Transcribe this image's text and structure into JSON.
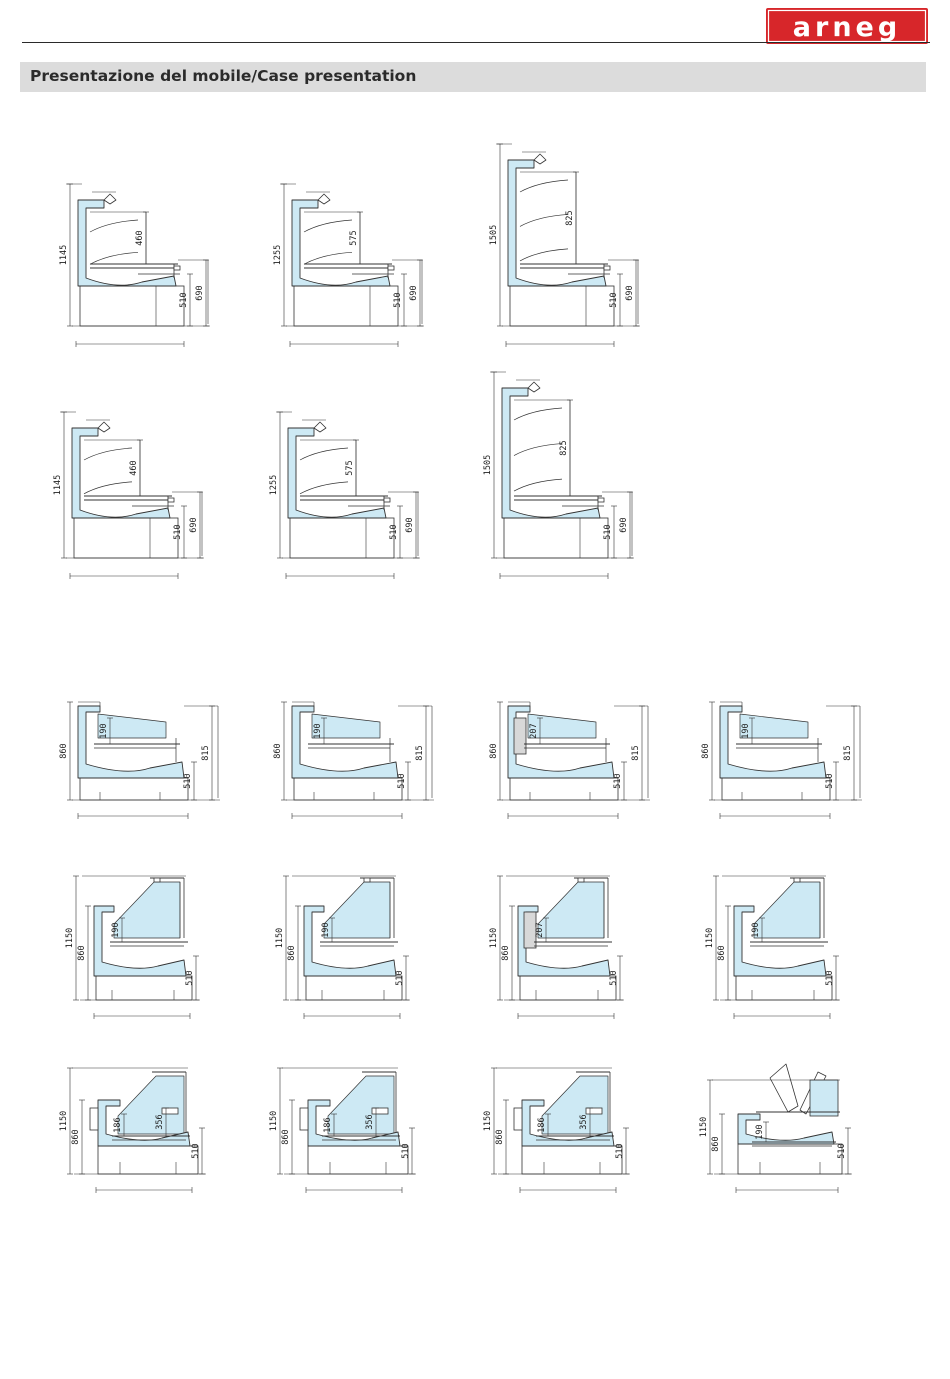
{
  "brand": {
    "logo_text": "arneg",
    "logo_color": "#d7262a"
  },
  "header": {
    "title": "Presentazione del mobile/Case presentation"
  },
  "colors": {
    "glass": "#cde9f4",
    "line": "#333333",
    "shelf": "#444444",
    "insulation": "#d8d8d8"
  },
  "sections": [
    {
      "name": "section-tall-cases",
      "drawings": [
        {
          "style": "tall",
          "h": "1145",
          "inner": "460",
          "base": "510",
          "counter": "690"
        },
        {
          "style": "tall",
          "h": "1255",
          "inner": "575",
          "base": "510",
          "counter": "690"
        },
        {
          "style": "tall",
          "h": "1505",
          "inner": "825",
          "base": "510",
          "counter": "690"
        },
        {
          "style": "tall",
          "h": "1145",
          "inner": "460",
          "base": "510",
          "counter": "690"
        },
        {
          "style": "tall",
          "h": "1255",
          "inner": "575",
          "base": "510",
          "counter": "690"
        },
        {
          "style": "tall",
          "h": "1505",
          "inner": "825",
          "base": "510",
          "counter": "690"
        }
      ]
    },
    {
      "name": "section-low-cases",
      "drawings": [
        {
          "style": "low",
          "h": "860",
          "inner": "190",
          "base": "510",
          "counter": "815"
        },
        {
          "style": "low",
          "h": "860",
          "inner": "190",
          "base": "510",
          "counter": "815"
        },
        {
          "style": "low",
          "h": "860",
          "inner": "207",
          "base": "510",
          "counter": "815",
          "insul": true
        },
        {
          "style": "low",
          "h": "860",
          "inner": "190",
          "base": "510",
          "counter": "815"
        }
      ]
    },
    {
      "name": "section-glass-cases",
      "drawings": [
        {
          "style": "glass",
          "h": "1150",
          "h2": "860",
          "inner": "190",
          "base": "510"
        },
        {
          "style": "glass",
          "h": "1150",
          "h2": "860",
          "inner": "190",
          "base": "510"
        },
        {
          "style": "glass",
          "h": "1150",
          "h2": "860",
          "inner": "207",
          "base": "510",
          "insul": true
        },
        {
          "style": "glass",
          "h": "1150",
          "h2": "860",
          "inner": "190",
          "base": "510"
        }
      ]
    },
    {
      "name": "section-service-cases",
      "drawings": [
        {
          "style": "service",
          "h": "1150",
          "h2": "860",
          "inner": "186",
          "inner2": "356",
          "base": "510"
        },
        {
          "style": "service",
          "h": "1150",
          "h2": "860",
          "inner": "186",
          "inner2": "356",
          "base": "510"
        },
        {
          "style": "service",
          "h": "1150",
          "h2": "860",
          "inner": "186",
          "inner2": "356",
          "base": "510"
        },
        {
          "style": "lid",
          "h": "1150",
          "h2": "860",
          "inner": "190",
          "base": "510"
        }
      ]
    }
  ]
}
